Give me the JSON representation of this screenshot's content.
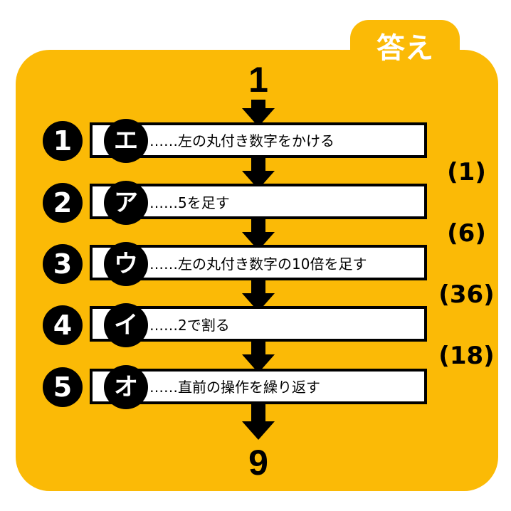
{
  "title": "答え",
  "start_value": "1",
  "end_value": "9",
  "steps": [
    {
      "number": "1",
      "letter": "エ",
      "text": "……左の丸付き数字をかける"
    },
    {
      "number": "2",
      "letter": "ア",
      "text": "……5を足す"
    },
    {
      "number": "3",
      "letter": "ウ",
      "text": "……左の丸付き数字の10倍を足す"
    },
    {
      "number": "4",
      "letter": "イ",
      "text": "……2で割る"
    },
    {
      "number": "5",
      "letter": "オ",
      "text": "……直前の操作を繰り返す"
    }
  ],
  "intermediate_values": [
    "(1)",
    "(6)",
    "(36)",
    "(18)"
  ],
  "colors": {
    "background": "#FBBA06",
    "box": "#FFFFFF",
    "ink": "#000000"
  }
}
